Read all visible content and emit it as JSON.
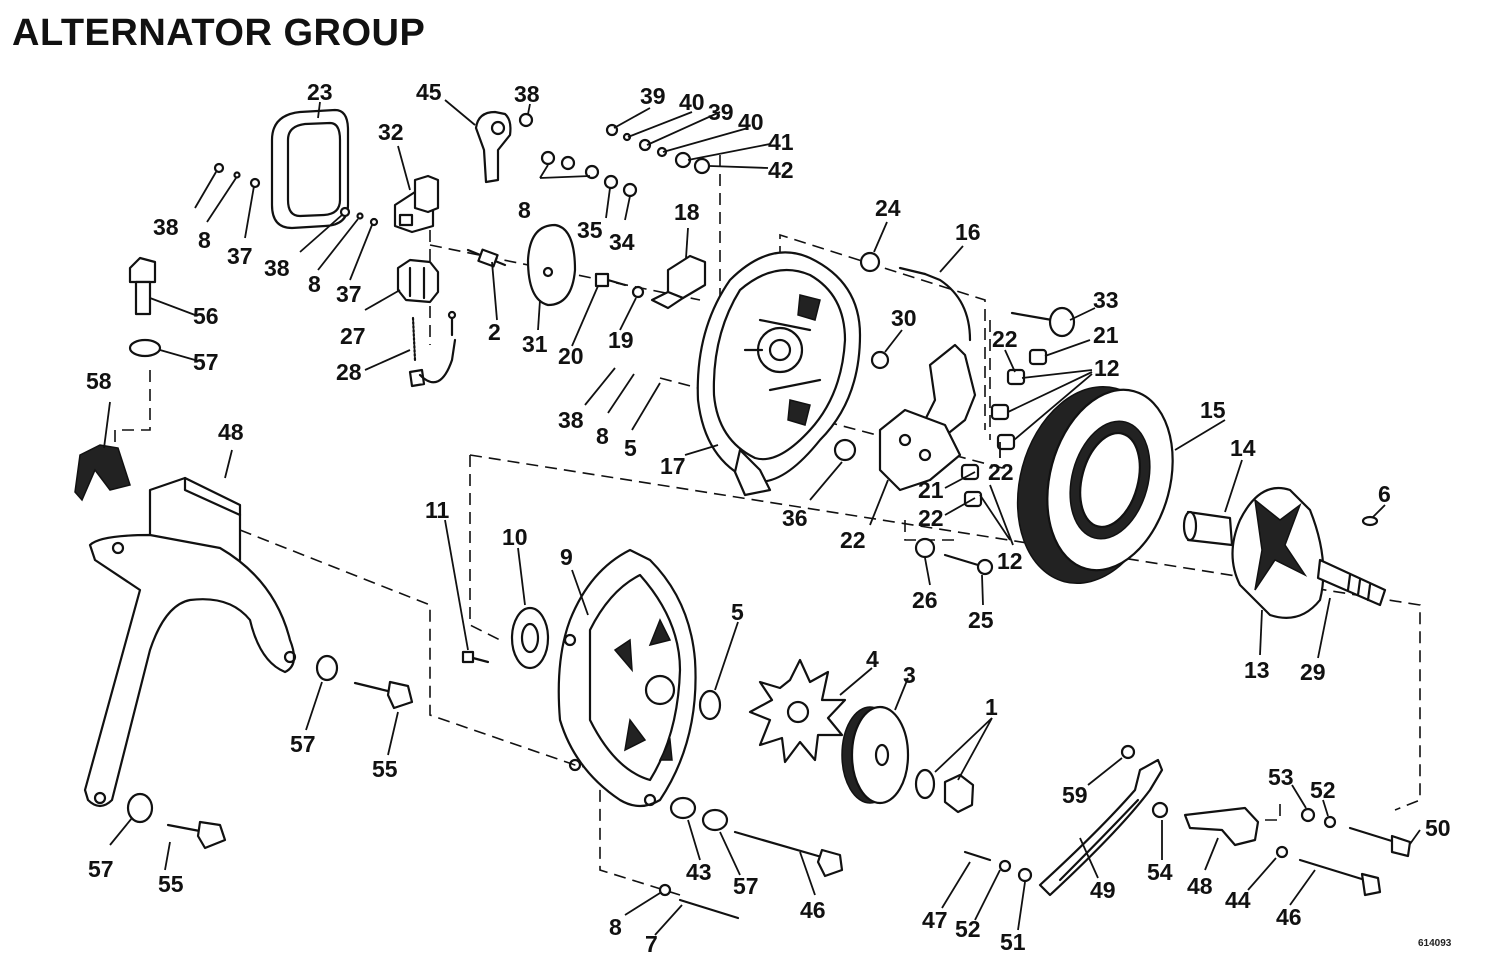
{
  "title": "ALTERNATOR GROUP",
  "figure_code": "614093",
  "callouts": [
    {
      "id": "c23",
      "text": "23"
    },
    {
      "id": "c45",
      "text": "45"
    },
    {
      "id": "c38a",
      "text": "38"
    },
    {
      "id": "c39a",
      "text": "39"
    },
    {
      "id": "c40a",
      "text": "40"
    },
    {
      "id": "c39b",
      "text": "39"
    },
    {
      "id": "c40b",
      "text": "40"
    },
    {
      "id": "c41",
      "text": "41"
    },
    {
      "id": "c42",
      "text": "42"
    },
    {
      "id": "c32",
      "text": "32"
    },
    {
      "id": "c38b",
      "text": "38"
    },
    {
      "id": "c8a",
      "text": "8"
    },
    {
      "id": "c37a",
      "text": "37"
    },
    {
      "id": "c38c",
      "text": "38"
    },
    {
      "id": "c8b",
      "text": "8"
    },
    {
      "id": "c37b",
      "text": "37"
    },
    {
      "id": "c8c",
      "text": "8"
    },
    {
      "id": "c35",
      "text": "35"
    },
    {
      "id": "c34",
      "text": "34"
    },
    {
      "id": "c18",
      "text": "18"
    },
    {
      "id": "c24",
      "text": "24"
    },
    {
      "id": "c16",
      "text": "16"
    },
    {
      "id": "c56",
      "text": "56"
    },
    {
      "id": "c57a",
      "text": "57"
    },
    {
      "id": "c27",
      "text": "27"
    },
    {
      "id": "c28",
      "text": "28"
    },
    {
      "id": "c2",
      "text": "2"
    },
    {
      "id": "c31",
      "text": "31"
    },
    {
      "id": "c20",
      "text": "20"
    },
    {
      "id": "c19",
      "text": "19"
    },
    {
      "id": "c30",
      "text": "30"
    },
    {
      "id": "c33",
      "text": "33"
    },
    {
      "id": "c21a",
      "text": "21"
    },
    {
      "id": "c22a",
      "text": "22"
    },
    {
      "id": "c12a",
      "text": "12"
    },
    {
      "id": "c58",
      "text": "58"
    },
    {
      "id": "c38d",
      "text": "38"
    },
    {
      "id": "c8d",
      "text": "8"
    },
    {
      "id": "c5a",
      "text": "5"
    },
    {
      "id": "c17",
      "text": "17"
    },
    {
      "id": "c15",
      "text": "15"
    },
    {
      "id": "c14",
      "text": "14"
    },
    {
      "id": "c48a",
      "text": "48"
    },
    {
      "id": "c36",
      "text": "36"
    },
    {
      "id": "c22b",
      "text": "22"
    },
    {
      "id": "c21b",
      "text": "21"
    },
    {
      "id": "c22c",
      "text": "22"
    },
    {
      "id": "c22d",
      "text": "22"
    },
    {
      "id": "c12b",
      "text": "12"
    },
    {
      "id": "c6",
      "text": "6"
    },
    {
      "id": "c11",
      "text": "11"
    },
    {
      "id": "c10",
      "text": "10"
    },
    {
      "id": "c9",
      "text": "9"
    },
    {
      "id": "c26",
      "text": "26"
    },
    {
      "id": "c25",
      "text": "25"
    },
    {
      "id": "c13",
      "text": "13"
    },
    {
      "id": "c29",
      "text": "29"
    },
    {
      "id": "c5b",
      "text": "5"
    },
    {
      "id": "c4",
      "text": "4"
    },
    {
      "id": "c3",
      "text": "3"
    },
    {
      "id": "c1",
      "text": "1"
    },
    {
      "id": "c57b",
      "text": "57"
    },
    {
      "id": "c55a",
      "text": "55"
    },
    {
      "id": "c59",
      "text": "59"
    },
    {
      "id": "c53",
      "text": "53"
    },
    {
      "id": "c52a",
      "text": "52"
    },
    {
      "id": "c50",
      "text": "50"
    },
    {
      "id": "c57c",
      "text": "57"
    },
    {
      "id": "c55b",
      "text": "55"
    },
    {
      "id": "c43",
      "text": "43"
    },
    {
      "id": "c57d",
      "text": "57"
    },
    {
      "id": "c46a",
      "text": "46"
    },
    {
      "id": "c54",
      "text": "54"
    },
    {
      "id": "c49",
      "text": "49"
    },
    {
      "id": "c48b",
      "text": "48"
    },
    {
      "id": "c44",
      "text": "44"
    },
    {
      "id": "c46b",
      "text": "46"
    },
    {
      "id": "c47",
      "text": "47"
    },
    {
      "id": "c52b",
      "text": "52"
    },
    {
      "id": "c51",
      "text": "51"
    },
    {
      "id": "c8e",
      "text": "8"
    },
    {
      "id": "c7",
      "text": "7"
    }
  ]
}
